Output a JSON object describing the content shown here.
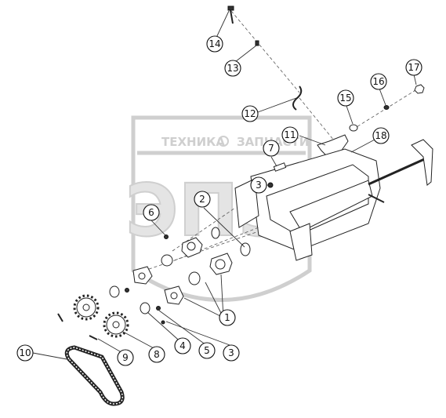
{
  "watermark": {
    "word_left": "ТЕХНИКА",
    "word_right": "ЗАПЧАСТИ",
    "logo_letters": "ЭПЭ"
  },
  "callouts": [
    "1",
    "2",
    "3",
    "3",
    "4",
    "5",
    "6",
    "7",
    "8",
    "9",
    "10",
    "11",
    "12",
    "13",
    "14",
    "15",
    "16",
    "17",
    "18"
  ]
}
